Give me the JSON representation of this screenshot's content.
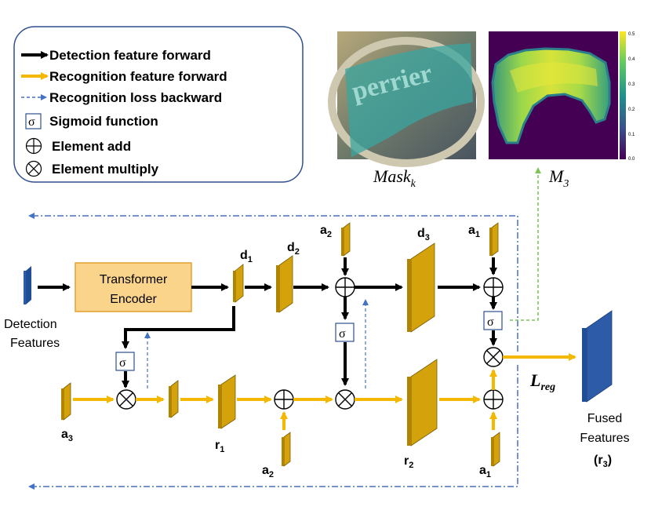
{
  "legend": {
    "detection_forward": "Detection feature forward",
    "recognition_forward": "Recognition feature forward",
    "recognition_backward": "Recognition loss backward",
    "sigmoid": "Sigmoid function",
    "element_add": "Element add",
    "element_multiply": "Element multiply"
  },
  "sigmoid_symbol": "σ",
  "images": {
    "mask_label_base": "Mask",
    "mask_label_sub": "k",
    "m3_label_base": "M",
    "m3_label_sub": "3",
    "colorbar_ticks": [
      "0.5",
      "0.4",
      "0.3",
      "0.2",
      "0.1",
      "0.0"
    ],
    "photo_text": "perrier"
  },
  "blocks": {
    "transformer_line1": "Transformer",
    "transformer_line2": "Encoder",
    "detection_line1": "Detection",
    "detection_line2": "Features",
    "fused_line1": "Fused",
    "fused_line2": "Features",
    "fused_line3": "(r",
    "fused_line3_sub": "3",
    "fused_line3_end": ")"
  },
  "feature_labels": {
    "d1": {
      "base": "d",
      "sub": "1"
    },
    "d2": {
      "base": "d",
      "sub": "2"
    },
    "d3": {
      "base": "d",
      "sub": "3"
    },
    "a2_top": {
      "base": "a",
      "sub": "2"
    },
    "a1_top": {
      "base": "a",
      "sub": "1"
    },
    "a3": {
      "base": "a",
      "sub": "3"
    },
    "r1": {
      "base": "r",
      "sub": "1"
    },
    "a2_bottom": {
      "base": "a",
      "sub": "2"
    },
    "r2": {
      "base": "r",
      "sub": "2"
    },
    "a1_bottom": {
      "base": "a",
      "sub": "1"
    }
  },
  "loss": {
    "base": "L",
    "sub": "reg"
  },
  "colors": {
    "detection_arrow": "#000000",
    "recognition_arrow": "#f5b800",
    "loss_backward": "#4472c4",
    "feature_block": "#d4a20a",
    "feature_block_edge": "#7a5c00",
    "transformer_fill": "#fbd48c",
    "transformer_edge": "#e3a030",
    "blue_block": "#2e5ba8",
    "green_dashed": "#7fc45a"
  }
}
